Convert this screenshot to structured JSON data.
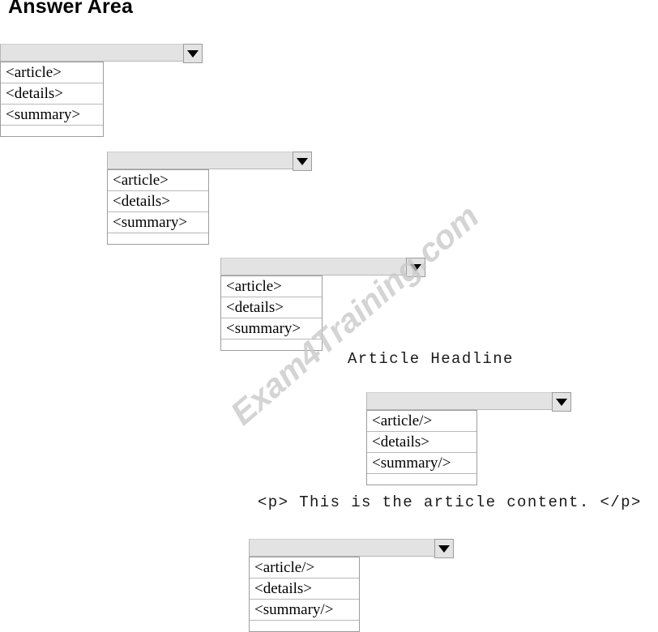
{
  "page": {
    "title": "Answer Area",
    "watermark": "Exam4Training.com"
  },
  "icons": {
    "dropdown_arrow": "chevron-down-icon"
  },
  "dropdowns": [
    {
      "id": "dropdown-1",
      "selected": "",
      "options": [
        "<article>",
        "<details>",
        "<summary>"
      ]
    },
    {
      "id": "dropdown-2",
      "selected": "",
      "options": [
        "<article>",
        "<details>",
        "<summary>"
      ]
    },
    {
      "id": "dropdown-3",
      "selected": "",
      "options": [
        "<article>",
        "<details>",
        "<summary>"
      ]
    },
    {
      "id": "dropdown-4",
      "selected": "",
      "options": [
        "<article/>",
        "<details>",
        "<summary/>"
      ]
    },
    {
      "id": "dropdown-5",
      "selected": "",
      "options": [
        "<article/>",
        "<details>",
        "<summary/>"
      ]
    }
  ],
  "code_lines": [
    {
      "id": "article-headline",
      "text": "Article Headline"
    },
    {
      "id": "article-paragraph",
      "text": "<p> This is the article content. </p>"
    }
  ]
}
